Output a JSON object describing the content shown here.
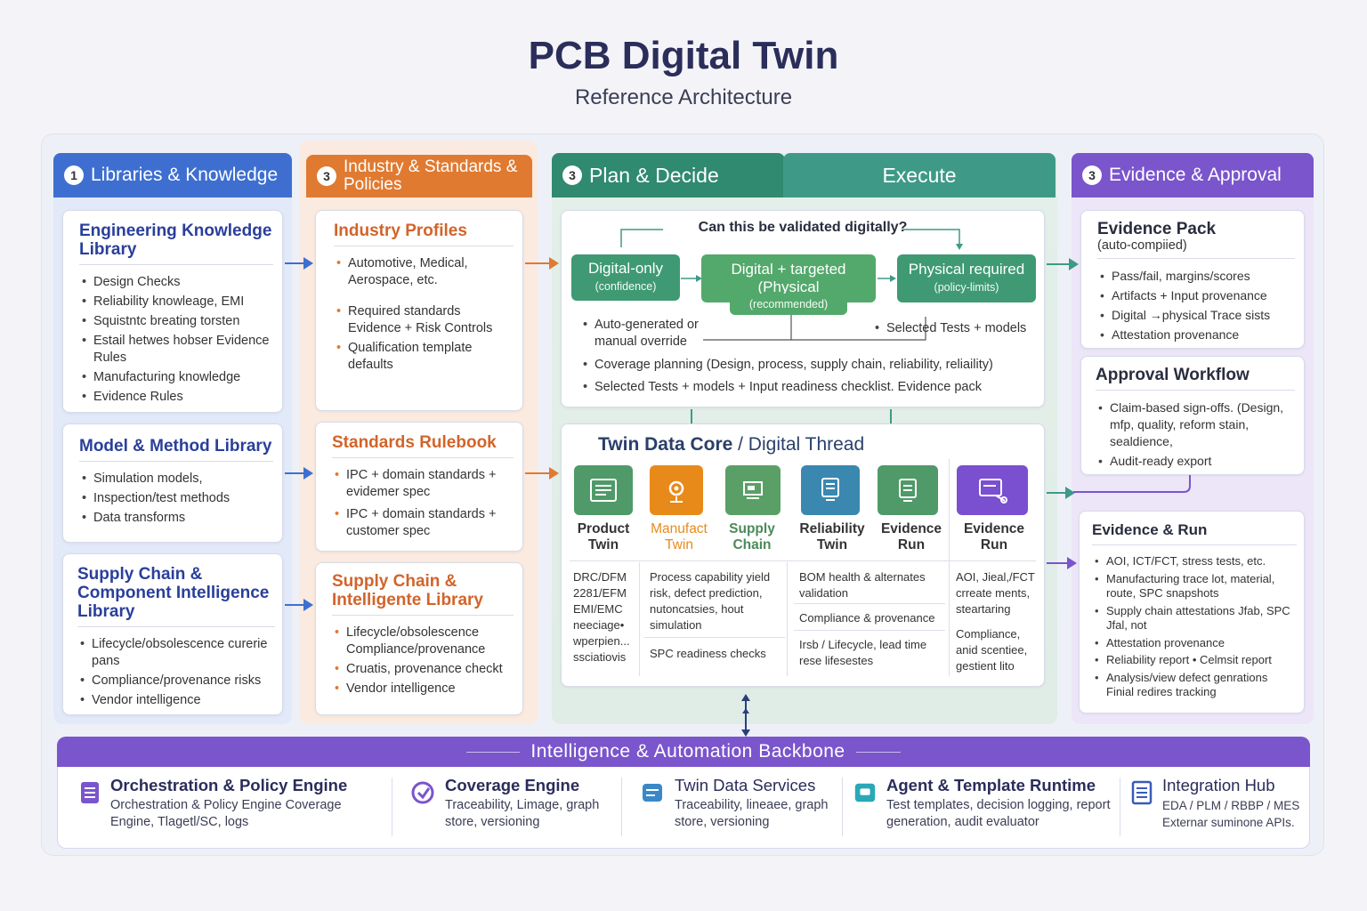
{
  "header": {
    "title": "PCB Digital Twin",
    "subtitle": "Reference Architecture"
  },
  "columns": {
    "libraries": {
      "num": "1",
      "title": "Libraries & Knowledge",
      "cards": [
        {
          "title": "Engineering Knowledge Library",
          "items": [
            "Design Checks",
            "Reliability knowleage, EMI",
            "Squistntc breating torsten",
            "Estail hetwes hobser Evidence Rules",
            "Manufacturing knowledge",
            "Evidence Rules"
          ]
        },
        {
          "title": "Model & Method Library",
          "items": [
            "Simulation models,",
            "Inspection/test methods",
            "Data transforms"
          ]
        },
        {
          "title": "Supply Chain & Component Intelligence Library",
          "items": [
            "Lifecycle/obsolescence curerie pans",
            "Compliance/provenance risks",
            "Vendor intelligence"
          ]
        }
      ]
    },
    "industry": {
      "num": "3",
      "title": "Industry & Standards & Policies",
      "cards": [
        {
          "title": "Industry Profiles",
          "items": [
            "Automotive, Medical, Aerospace, etc.",
            "Required standards Evidence + Risk Controls",
            "Qualification template defaults"
          ]
        },
        {
          "title": "Standards Rulebook",
          "items": [
            "IPC + domain standards + evidemer spec",
            "IPC + domain standards + customer spec"
          ]
        },
        {
          "title": "Supply Chain & Intelligente Library",
          "items": [
            "Lifecycle/obsolescence Compliance/provenance",
            "Cruatis, provenance checkt",
            "Vendor intelligence"
          ]
        }
      ]
    },
    "plan": {
      "num": "3",
      "title": "Plan & Decide",
      "execute_title": "Execute",
      "question": "Can this be validated digitally?",
      "flow": [
        {
          "label": "Digital-only",
          "note": "(confidence)"
        },
        {
          "label": "Digital + targeted (Physical",
          "note": "(recommended)"
        },
        {
          "label": "Physical required",
          "note": "(policy-limits)"
        }
      ],
      "notes": {
        "left": "Auto-generated or manual override",
        "right": "Selected Tests + models",
        "line1": "Coverage planning (Design, process, supply chain, reliability, reliaility)",
        "line2": "Selected Tests + models + Input readiness checklist. Evidence pack"
      },
      "core_title": "Twin Data Core",
      "core_subtitle": "/ Digital Thread",
      "twins": [
        {
          "name": "Product Twin",
          "color": "#4f9a68"
        },
        {
          "name": "Manufact Twin",
          "color": "#e88a1a"
        },
        {
          "name": "Supply Chain",
          "color": "#5aa066"
        },
        {
          "name": "Reliability Twin",
          "color": "#3a88b0"
        },
        {
          "name": "Evidence Run",
          "color": "#4f9a68"
        },
        {
          "name": "Evidence Run",
          "color": "#7a4fd0"
        }
      ],
      "twin_text": {
        "product": "DRC/DFM 2281/EFM EMI/EMC neeciage• wperpien... ssciatiovis",
        "manufact_1": "Process capability yield risk, defect prediction, nutoncatsies, hout simulation",
        "manufact_2": "SPC readiness checks",
        "rel_1": "BOM health & alternates validation",
        "rel_2": "Compliance & provenance",
        "rel_3": "Irsb / Lifecycle, lead time rese lifesestes",
        "ev_1": "AOI, Jieal,/FCT crreate ments, steartaring",
        "ev_2": "Compliance, anid scentiee, gestient lito"
      }
    },
    "evidence": {
      "num": "3",
      "title": "Evidence & Approval",
      "pack": {
        "title": "Evidence Pack",
        "subtitle": "(auto-compiied)",
        "items": [
          "Pass/fail, margins/scores",
          "Artifacts + Input provenance",
          "Digital →physical Trace sists",
          "Attestation provenance"
        ]
      },
      "workflow": {
        "title": "Approval Workflow",
        "items": [
          "Claim-based sign-offs. (Design, mfp, quality, reform stain, sealdience,",
          "Audit-ready export"
        ]
      },
      "run": {
        "title": "Evidence & Run",
        "items": [
          "AOI, ICT/FCT, stress tests, etc.",
          "Manufacturing trace lot, material, route, SPC snapshots",
          "Supply chain attestations Jfab, SPC Jfal, not",
          "Attestation provenance",
          "Reliability report • Celmsit report",
          "Analysis/view defect genrations Finial redires tracking"
        ]
      }
    }
  },
  "backbone": {
    "title": "Intelligence & Automation Backbone",
    "items": [
      {
        "title": "Orchestration & Policy Engine",
        "text": "Orchestration & Policy Engine Coverage Engine, Tlagetl/SC, logs",
        "icon": "stack-icon",
        "color": "#7a55cc"
      },
      {
        "title": "Coverage Engine",
        "text": "Traceability, Limage, graph store, versioning",
        "icon": "refresh-icon",
        "color": "#7a55cc"
      },
      {
        "title": "Twin Data Services",
        "text": "Traceability, lineaee, graph store, versioning",
        "icon": "database-icon",
        "color": "#3a88c8"
      },
      {
        "title": "Agent & Template Runtime",
        "text": "Test templates, decision logging, report generation, audit evaluator",
        "icon": "agent-icon",
        "color": "#2aa8b8"
      },
      {
        "title": "Integration Hub",
        "text": "EDA / PLM / RBBP / MES Externar suminone APIs.",
        "icon": "grid-icon",
        "color": "#3a5ab8"
      }
    ]
  },
  "colors": {
    "blue": "#3e6fd0",
    "orange": "#e07a30",
    "green": "#2f8a6f",
    "teal": "#3e9a86",
    "purple": "#7a55cc"
  }
}
